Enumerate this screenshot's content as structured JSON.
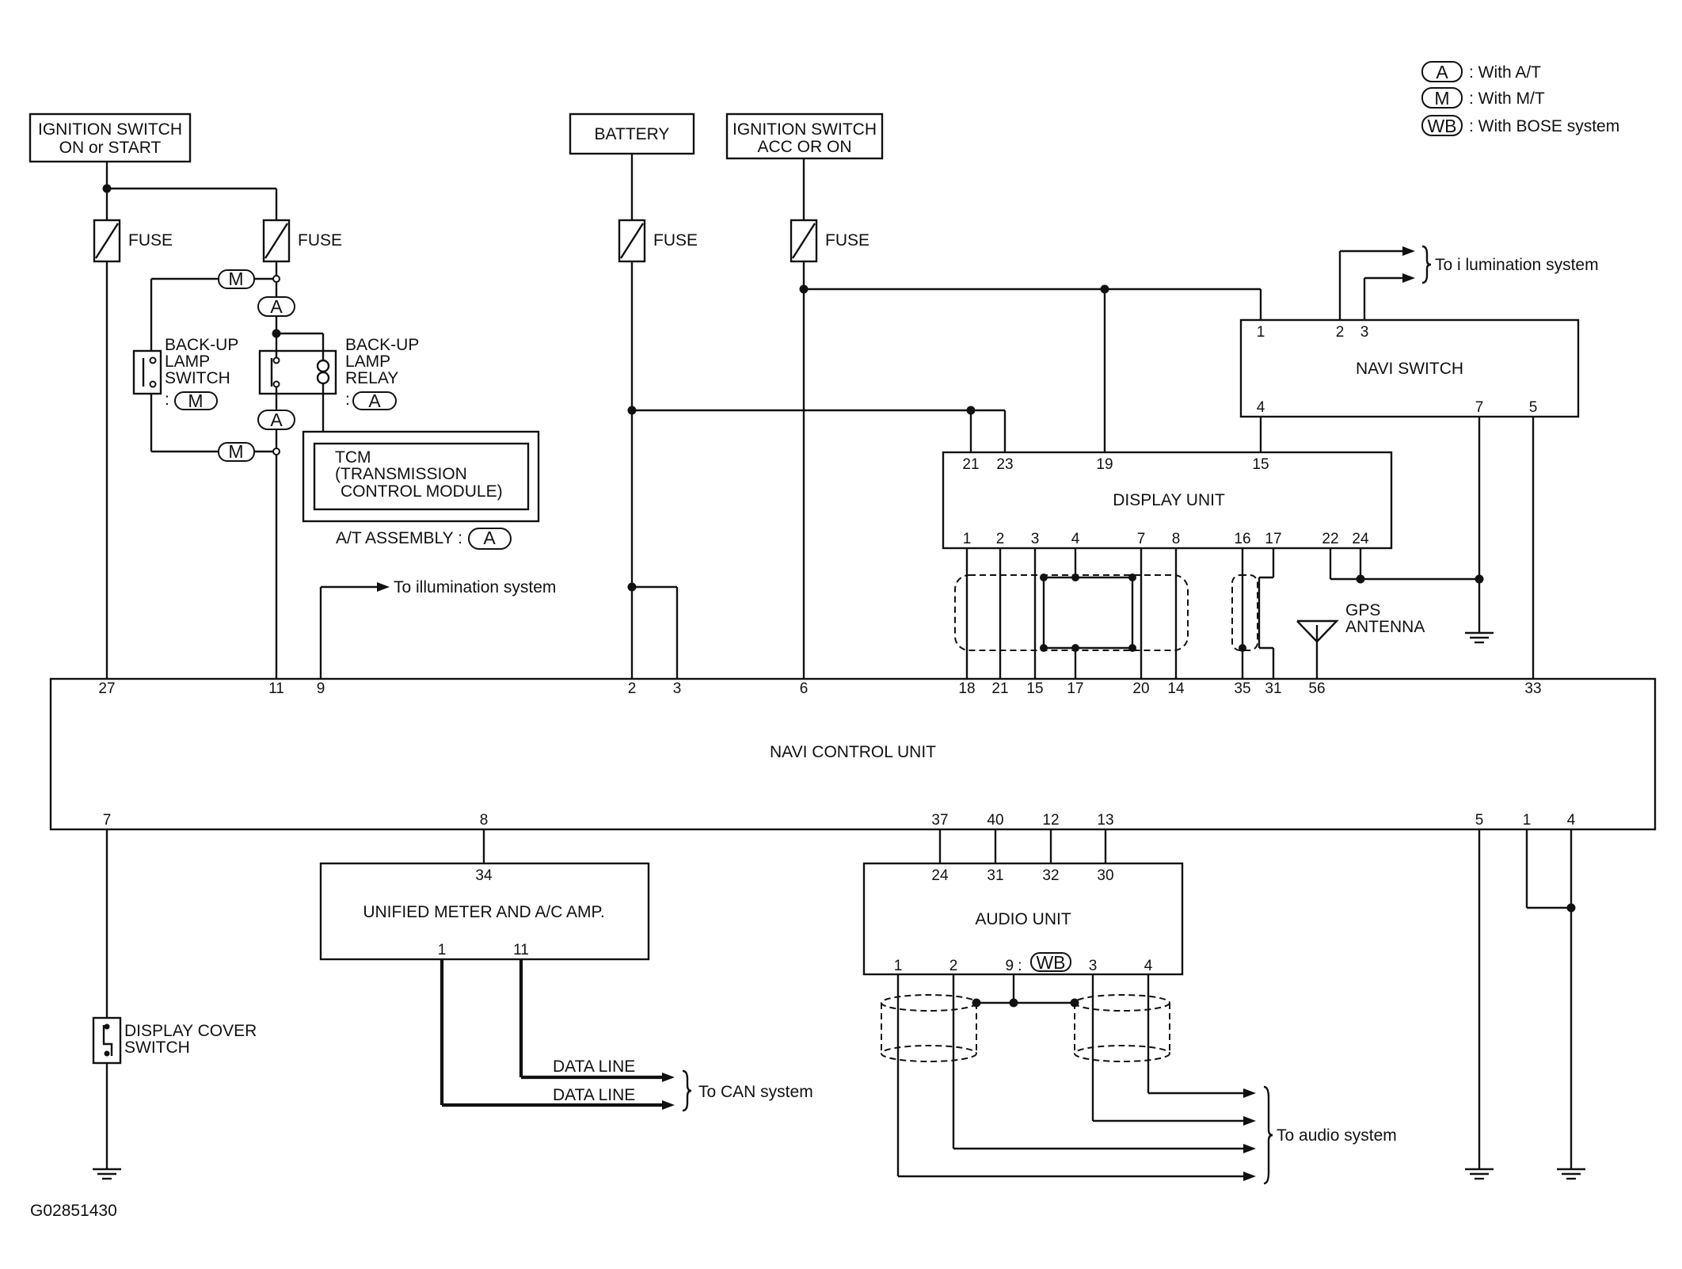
{
  "legend": [
    {
      "code": "A",
      "text": ": With A/T"
    },
    {
      "code": "M",
      "text": ": With M/T"
    },
    {
      "code": "WB",
      "text": ": With BOSE system"
    }
  ],
  "sources": {
    "ign_on_line1": "IGNITION SWITCH",
    "ign_on_line2": "ON or START",
    "battery": "BATTERY",
    "ign_acc_line1": "IGNITION SWITCH",
    "ign_acc_line2": "ACC OR ON"
  },
  "fuse_label": "FUSE",
  "backup_switch": {
    "line1": "BACK-UP",
    "line2": "LAMP",
    "line3": "SWITCH",
    "cond": ":",
    "code": "M"
  },
  "backup_relay": {
    "line1": "BACK-UP",
    "line2": "LAMP",
    "line3": "RELAY",
    "cond": ":",
    "code": "A"
  },
  "tcm": {
    "line1": "TCM",
    "line2": "(TRANSMISSION",
    "line3": "CONTROL MODULE)"
  },
  "at_assembly": {
    "label": "A/T ASSEMBLY :",
    "code": "A"
  },
  "codes": {
    "m": "M",
    "a": "A",
    "wb": "WB"
  },
  "to_illumination_left": "To illumination system",
  "to_illumination_right": "To i lumination system",
  "navi_switch": {
    "title": "NAVI SWITCH",
    "pins": [
      "1",
      "2",
      "3",
      "4",
      "7",
      "5"
    ]
  },
  "display_unit": {
    "title": "DISPLAY UNIT",
    "pins_top": [
      "21",
      "23",
      "19",
      "15"
    ],
    "pins_bottom": [
      "1",
      "2",
      "3",
      "4",
      "7",
      "8",
      "16",
      "17",
      "22",
      "24"
    ]
  },
  "gps": {
    "line1": "GPS",
    "line2": "ANTENNA"
  },
  "navi_control_unit": {
    "title": "NAVI CONTROL UNIT",
    "pins_top": [
      "27",
      "11",
      "9",
      "2",
      "3",
      "6",
      "18",
      "21",
      "15",
      "17",
      "20",
      "14",
      "35",
      "31",
      "56",
      "33"
    ],
    "pins_bottom": [
      "7",
      "8",
      "37",
      "40",
      "12",
      "13",
      "5",
      "1",
      "4"
    ]
  },
  "unified_meter": {
    "title": "UNIFIED METER AND A/C AMP.",
    "pins": [
      "34",
      "1",
      "11"
    ]
  },
  "audio_unit": {
    "title": "AUDIO UNIT",
    "pins_top": [
      "24",
      "31",
      "32",
      "30"
    ],
    "pins_bottom": [
      "1",
      "2",
      "9 :",
      "3",
      "4"
    ]
  },
  "display_cover_switch": {
    "line1": "DISPLAY COVER",
    "line2": "SWITCH"
  },
  "data_line": "DATA LINE",
  "to_can": "To CAN system",
  "to_audio": "To audio system",
  "figure_id": "G02851430"
}
